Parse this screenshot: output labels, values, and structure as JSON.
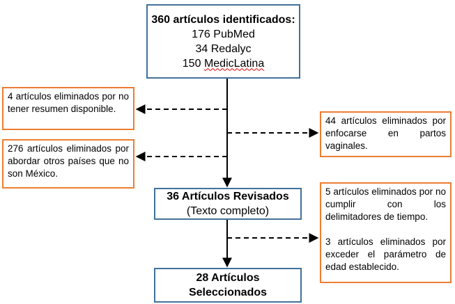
{
  "identified": {
    "title": "360 artículos identificados:",
    "sources": [
      {
        "count": "176",
        "name": "PubMed"
      },
      {
        "count": "34",
        "name": "Redalyc"
      },
      {
        "count": "150",
        "name": "MedicLatina"
      }
    ]
  },
  "excluded_left": [
    "4 artículos eliminados por no tener resumen disponible.",
    "276 artículos eliminados por abordar otros países que no son México."
  ],
  "excluded_right_1": "44 artículos eliminados por enfocarse en partos vaginales.",
  "reviewed": {
    "title": "36 Artículos Revisados",
    "subtitle": "(Texto completo)"
  },
  "excluded_right_2": [
    "5 artículos eliminados por no cumplir con los delimitadores de tiempo.",
    "3 artículos eliminados por exceder el parámetro de edad establecido."
  ],
  "selected": {
    "line1": "28 Artículos",
    "line2": "Seleccionados"
  },
  "colors": {
    "main_box_border": "#41719c",
    "exclusion_box_border": "#ed7d31",
    "connector": "#000000"
  }
}
